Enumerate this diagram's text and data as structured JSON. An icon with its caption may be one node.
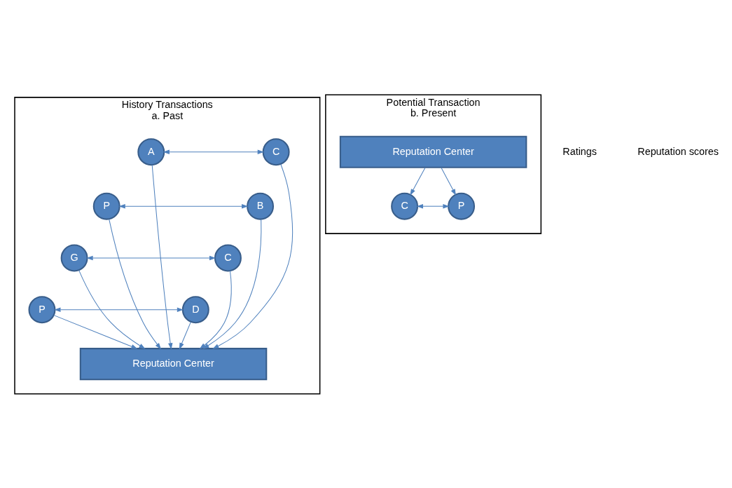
{
  "diagram": {
    "nodes": [
      {
        "text": [
          "History Transactions",
          "a. Past"
        ]
      },
      {
        "text": [
          "C"
        ],
        "in": 0
      },
      {
        "text": [
          "A"
        ],
        "in": 0
      },
      {
        "text": [
          "B"
        ],
        "in": 0
      },
      {
        "text": [
          "P"
        ],
        "in": 0
      },
      {
        "text": [
          "C"
        ],
        "in": 0
      },
      {
        "text": [
          "G"
        ],
        "in": 0
      },
      {
        "text": [
          "D"
        ],
        "in": 0
      },
      {
        "text": [
          "P"
        ],
        "in": 0
      },
      {
        "text": [
          "Reputation Center"
        ],
        "in": 0
      },
      {
        "text": [
          "Potential Transaction",
          "b. Present"
        ]
      },
      {
        "text": [
          "C"
        ],
        "in": 10
      },
      {
        "text": [
          "P"
        ],
        "in": 10
      },
      {
        "text": [
          "Reputation Center"
        ],
        "in": 10
      }
    ],
    "edges": [
      {
        "from": 1,
        "to": 2,
        "arrow": "both"
      },
      {
        "from": 3,
        "to": 4,
        "arrow": "both"
      },
      {
        "from": 5,
        "to": 6,
        "arrow": "both"
      },
      {
        "from": 7,
        "to": 8,
        "arrow": "both"
      },
      {
        "from": 7,
        "to": 9,
        "arrow": "to"
      },
      {
        "from": 5,
        "to": 9,
        "arrow": "to"
      },
      {
        "from": 3,
        "to": 9,
        "arrow": "to"
      },
      {
        "from": 1,
        "to": 9,
        "arrow": "to"
      },
      {
        "from": 8,
        "to": 9,
        "arrow": "to"
      },
      {
        "from": 6,
        "to": 9,
        "arrow": "to"
      },
      {
        "from": 4,
        "to": 9,
        "arrow": "to"
      },
      {
        "from": 2,
        "to": 9,
        "arrow": "to"
      },
      {
        "from": 11,
        "to": 12,
        "arrow": "both"
      },
      {
        "from": 13,
        "to": 11,
        "arrow": "to"
      },
      {
        "from": 13,
        "to": 12,
        "arrow": "to"
      }
    ],
    "labels": [
      "Ratings",
      "Reputation scores"
    ]
  }
}
